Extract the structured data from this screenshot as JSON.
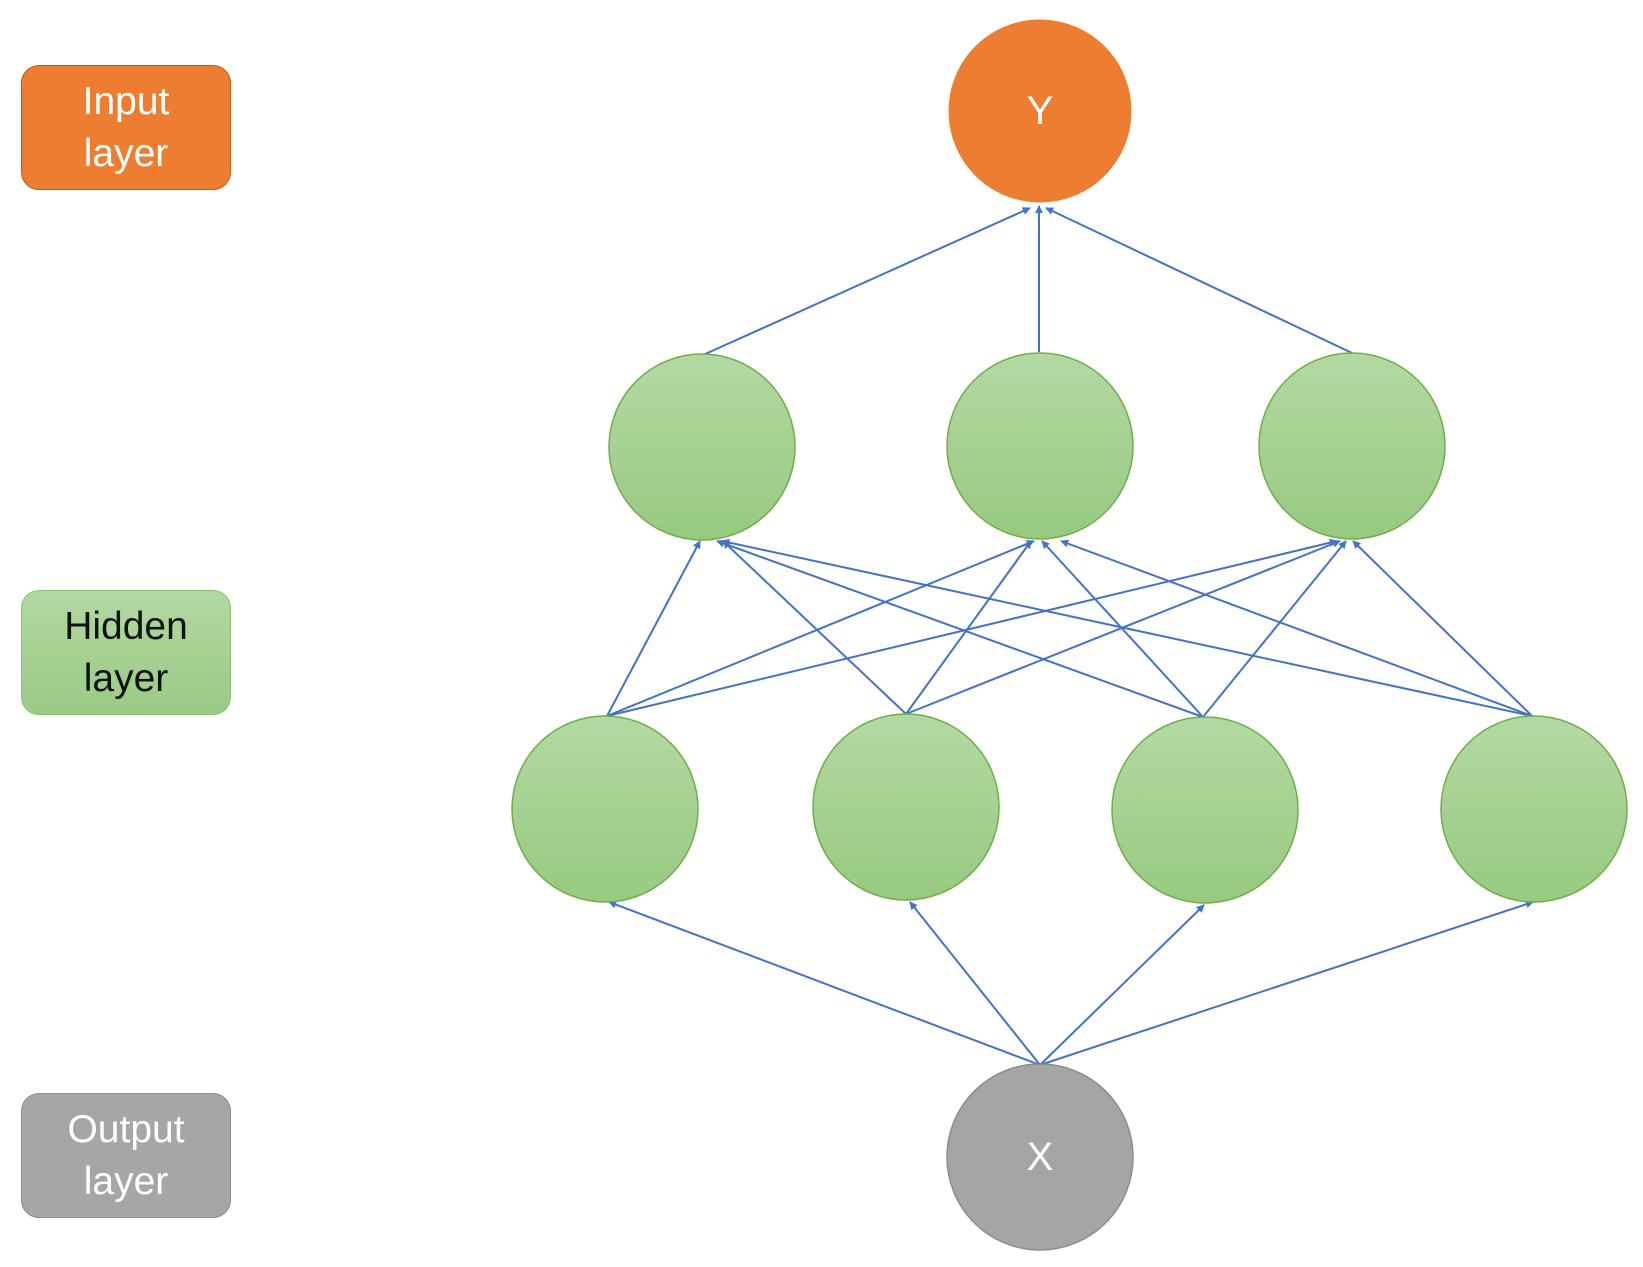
{
  "legend": {
    "input_label": "Input\nlayer",
    "hidden_label": "Hidden\nlayer",
    "output_label": "Output\nlayer"
  },
  "nodes": {
    "top_label": "Y",
    "bottom_label": "X"
  },
  "colors": {
    "input_node": "#ED7D31",
    "hidden_node": "#A9D18E",
    "output_node": "#A5A5A5",
    "edges": "#4472C4"
  }
}
